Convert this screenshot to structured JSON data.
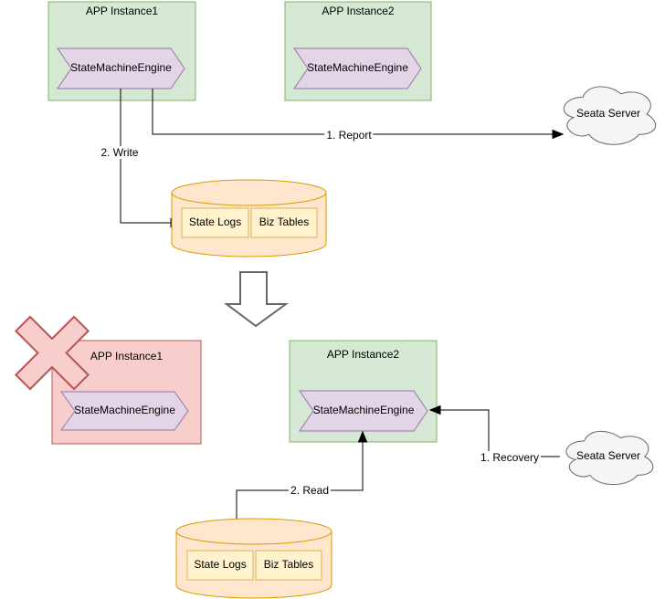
{
  "scene_top": {
    "instance1": {
      "title": "APP Instance1",
      "engine": "StateMachineEngine"
    },
    "instance2": {
      "title": "APP Instance2",
      "engine": "StateMachineEngine"
    },
    "server": "Seata Server",
    "report_label": "1. Report",
    "write_label": "2. Write",
    "db": {
      "state_logs": "State Logs",
      "biz_tables": "Biz Tables"
    }
  },
  "scene_bottom": {
    "instance1": {
      "title": "APP Instance1",
      "engine": "StateMachineEngine"
    },
    "instance2": {
      "title": "APP Instance2",
      "engine": "StateMachineEngine"
    },
    "server": "Seata Server",
    "recovery_label": "1. Recovery",
    "read_label": "2. Read",
    "db": {
      "state_logs": "State Logs",
      "biz_tables": "Biz Tables"
    }
  },
  "colors": {
    "instance_fill": "#d5e8d4",
    "instance_stroke": "#82b366",
    "engine_fill": "#e1d5e7",
    "engine_stroke": "#9673a6",
    "crashed_fill": "#f8cecc",
    "crashed_stroke": "#b85450",
    "db_fill": "#ffe6cc",
    "db_stroke": "#d79b00",
    "table_fill": "#fff2cc",
    "table_stroke": "#d6b656",
    "cloud_fill": "#f5f5f5",
    "cloud_stroke": "#666666",
    "edge_color": "#000000",
    "transition_arrow_stroke": "#666666"
  }
}
